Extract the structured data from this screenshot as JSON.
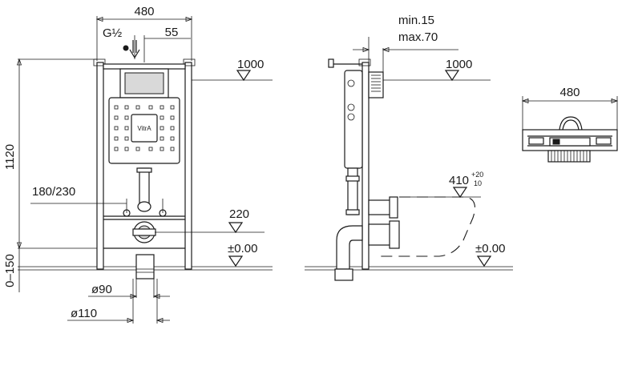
{
  "dimensions": {
    "front_width": "480",
    "supply_thread": "G½",
    "supply_offset": "55",
    "height_1120": "1120",
    "adjust_0_150": "0–150",
    "height_1000_front": "1000",
    "bolt_spacing": "180/230",
    "drain_height": "220",
    "floor_front": "±0.00",
    "pipe_90": "ø90",
    "pipe_110": "ø110",
    "wall_min": "min.15",
    "wall_max": "max.70",
    "height_1000_side": "1000",
    "pan_projection": "410",
    "pan_tol_plus": "+20",
    "pan_tol_minus": "10",
    "floor_side": "±0.00",
    "top_width": "480"
  },
  "brand": "VitrA",
  "colors": {
    "line": "#1a1a1a",
    "background": "#ffffff"
  }
}
